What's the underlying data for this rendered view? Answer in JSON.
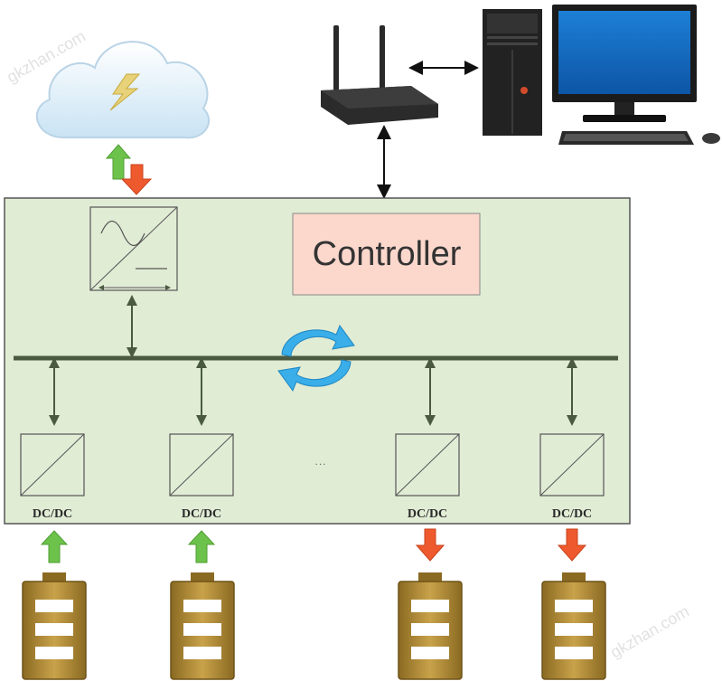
{
  "controller": {
    "label": "Controller"
  },
  "converters": {
    "ellipsis": "...",
    "labels": [
      "DC/DC",
      "DC/DC",
      "DC/DC",
      "DC/DC"
    ]
  },
  "watermarks": [
    "gkzhan.com",
    "gkzhan.com"
  ],
  "colors": {
    "panel_fill": "#e1ecd5",
    "panel_stroke": "#555555",
    "bus": "#4a5a40",
    "controller_fill": "#fbd7cc",
    "arrow_up": "#6cc24a",
    "arrow_down": "#ee5a2e",
    "battery": "#b58f3a",
    "sync_icon": "#3aaee8"
  },
  "icons": [
    "cloud-icon",
    "lightning-icon",
    "router-icon",
    "computer-tower-icon",
    "monitor-icon",
    "keyboard-icon",
    "mouse-icon",
    "sync-icon",
    "battery-icon"
  ]
}
